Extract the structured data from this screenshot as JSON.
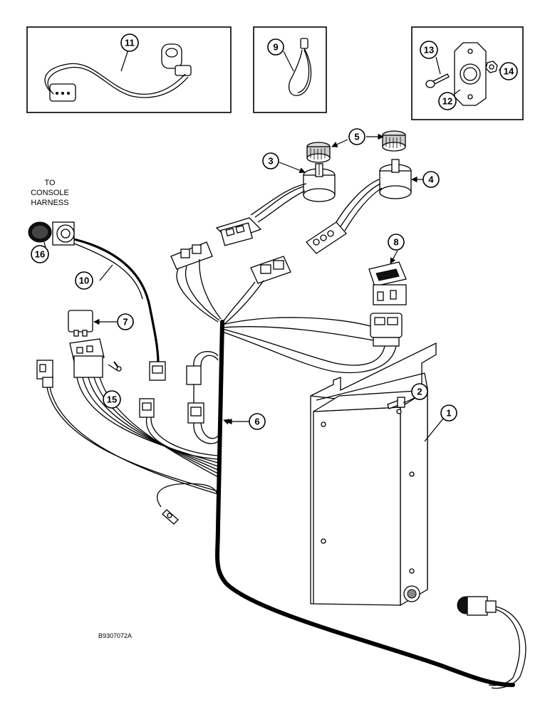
{
  "diagram": {
    "console_note": [
      "TO",
      "CONSOLE",
      "HARNESS"
    ],
    "figure_id": "B9307072A",
    "callouts": {
      "c1": "1",
      "c2": "2",
      "c3": "3",
      "c4": "4",
      "c5": "5",
      "c6": "6",
      "c7": "7",
      "c8": "8",
      "c9": "9",
      "c10": "10",
      "c11": "11",
      "c12": "12",
      "c13": "13",
      "c14": "14",
      "c15": "15",
      "c16": "16"
    }
  }
}
